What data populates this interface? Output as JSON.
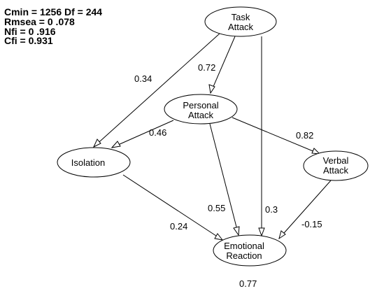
{
  "fit_indices": {
    "line1": "Cmin = 1256  Df = 244",
    "line2": "Rmsea = 0 .078",
    "line3": "Nfi = 0 .916",
    "line4": "Cfi = 0.931"
  },
  "nodes": {
    "task": {
      "line1": "Task",
      "line2": "Attack"
    },
    "personal": {
      "line1": "Personal",
      "line2": "Attack"
    },
    "isolation": {
      "line1": "Isolation",
      "line2": ""
    },
    "verbal": {
      "line1": "Verbal",
      "line2": "Attack"
    },
    "emotional": {
      "line1": "Emotional",
      "line2": "Reaction"
    }
  },
  "edges": {
    "task_isolation": {
      "from": "Task Attack",
      "to": "Isolation",
      "coefficient": "0.34"
    },
    "task_personal": {
      "from": "Task Attack",
      "to": "Personal Attack",
      "coefficient": "0.72"
    },
    "personal_isolation": {
      "from": "Personal Attack",
      "to": "Isolation",
      "coefficient": "0.46"
    },
    "personal_verbal": {
      "from": "Personal Attack",
      "to": "Verbal Attack",
      "coefficient": "0.82"
    },
    "personal_emotional": {
      "from": "Personal Attack",
      "to": "Emotional Reaction",
      "coefficient": "0.55"
    },
    "task_emotional": {
      "from": "Task Attack",
      "to": "Emotional Reaction",
      "coefficient": "0.3"
    },
    "isolation_emotional": {
      "from": "Isolation",
      "to": "Emotional Reaction",
      "coefficient": "0.24"
    },
    "verbal_emotional": {
      "from": "Verbal Attack",
      "to": "Emotional Reaction",
      "coefficient": "-0.15"
    }
  },
  "r_squared": {
    "emotional_reaction": "0.77"
  }
}
